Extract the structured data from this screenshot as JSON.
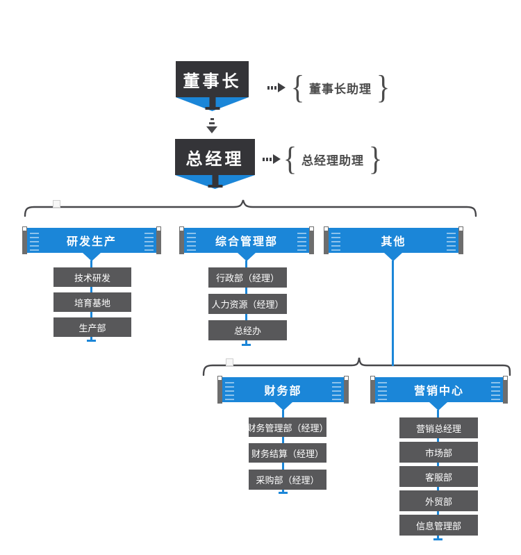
{
  "nodes": {
    "chairman": {
      "label": "董事长",
      "assistant": "董事长助理"
    },
    "gm": {
      "label": "总经理",
      "assistant": "总经理助理"
    }
  },
  "groups": [
    {
      "title": "研发生产",
      "children": [
        "技术研发",
        "培育基地",
        "生产部"
      ]
    },
    {
      "title": "综合管理部",
      "children": [
        "行政部（经理）",
        "人力资源（经理）",
        "总经办"
      ]
    },
    {
      "title": "其他",
      "children": []
    },
    {
      "title": "财务部",
      "children": [
        "财务管理部（经理）",
        "财务结算（经理）",
        "采购部（经理）"
      ]
    },
    {
      "title": "营销中心",
      "children": [
        "营销总经理",
        "市场部",
        "客服部",
        "外贸部",
        "信息管理部"
      ]
    }
  ],
  "glyphs": {
    "brace_open": "{",
    "brace_close": "}"
  },
  "colors": {
    "banner_blue": "#1b86d8",
    "executive_box_dark": "#343438",
    "department_gray": "#58585a",
    "banner_cap_gray": "#6d6d6d",
    "brace_arrow_gray": "#47474a",
    "assistant_text": "#4b4b4b"
  }
}
